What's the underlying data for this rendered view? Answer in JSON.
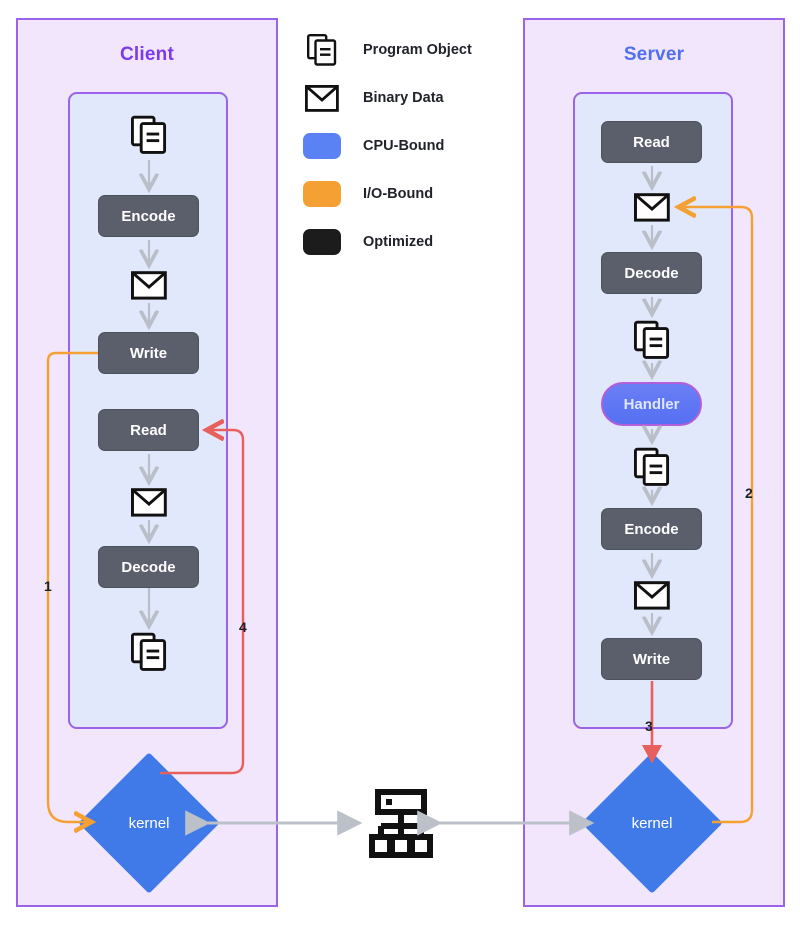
{
  "diagram": {
    "title_client": "Client",
    "title_server": "Server"
  },
  "legend": {
    "items": [
      {
        "icon": "program-object-icon",
        "label": "Program Object",
        "color": "#111111",
        "kind": "glyph"
      },
      {
        "icon": "binary-data-icon",
        "label": "Binary Data",
        "color": "#111111",
        "kind": "glyph"
      },
      {
        "icon": "cpu-bound-swatch",
        "label": "CPU-Bound",
        "color": "#5b82f5",
        "kind": "swatch"
      },
      {
        "icon": "io-bound-swatch",
        "label": "I/O-Bound",
        "color": "#f5a033",
        "kind": "swatch"
      },
      {
        "icon": "optimized-swatch",
        "label": "Optimized",
        "color": "#1c1c1c",
        "kind": "swatch"
      }
    ]
  },
  "client": {
    "nodes": [
      {
        "name": "program-object",
        "label": "",
        "type": "program-object-icon"
      },
      {
        "name": "encode",
        "label": "Encode",
        "type": "process"
      },
      {
        "name": "binary-data-1",
        "label": "",
        "type": "binary-data-icon"
      },
      {
        "name": "write",
        "label": "Write",
        "type": "process"
      },
      {
        "name": "read",
        "label": "Read",
        "type": "process"
      },
      {
        "name": "binary-data-2",
        "label": "",
        "type": "binary-data-icon"
      },
      {
        "name": "decode",
        "label": "Decode",
        "type": "process"
      },
      {
        "name": "program-object-2",
        "label": "",
        "type": "program-object-icon"
      }
    ],
    "kernel_label": "kernel"
  },
  "server": {
    "nodes": [
      {
        "name": "read",
        "label": "Read",
        "type": "process"
      },
      {
        "name": "binary-data-1",
        "label": "",
        "type": "binary-data-icon"
      },
      {
        "name": "decode",
        "label": "Decode",
        "type": "process"
      },
      {
        "name": "program-object",
        "label": "",
        "type": "program-object-icon"
      },
      {
        "name": "handler",
        "label": "Handler",
        "type": "handler"
      },
      {
        "name": "program-object-2",
        "label": "",
        "type": "program-object-icon"
      },
      {
        "name": "encode",
        "label": "Encode",
        "type": "process"
      },
      {
        "name": "binary-data-2",
        "label": "",
        "type": "binary-data-icon"
      },
      {
        "name": "write",
        "label": "Write",
        "type": "process"
      }
    ],
    "kernel_label": "kernel"
  },
  "network": {
    "icon": "network-icon"
  },
  "flow_labels": {
    "one": "1",
    "two": "2",
    "three": "3",
    "four": "4"
  },
  "colors": {
    "panel_bg": "#f1e6fb",
    "panel_border": "#9b63e8",
    "inner_bg": "#e1e8fb",
    "process_node": "#5a5f6b",
    "kernel_blue": "#3f7ae8",
    "client_title": "#7c3aed",
    "server_title": "#4f6ff0",
    "io_orange": "#f5a033",
    "red_arrow": "#e8605d",
    "gray_arrow": "#b9bec9",
    "link_gray": "#bcc0c9"
  }
}
